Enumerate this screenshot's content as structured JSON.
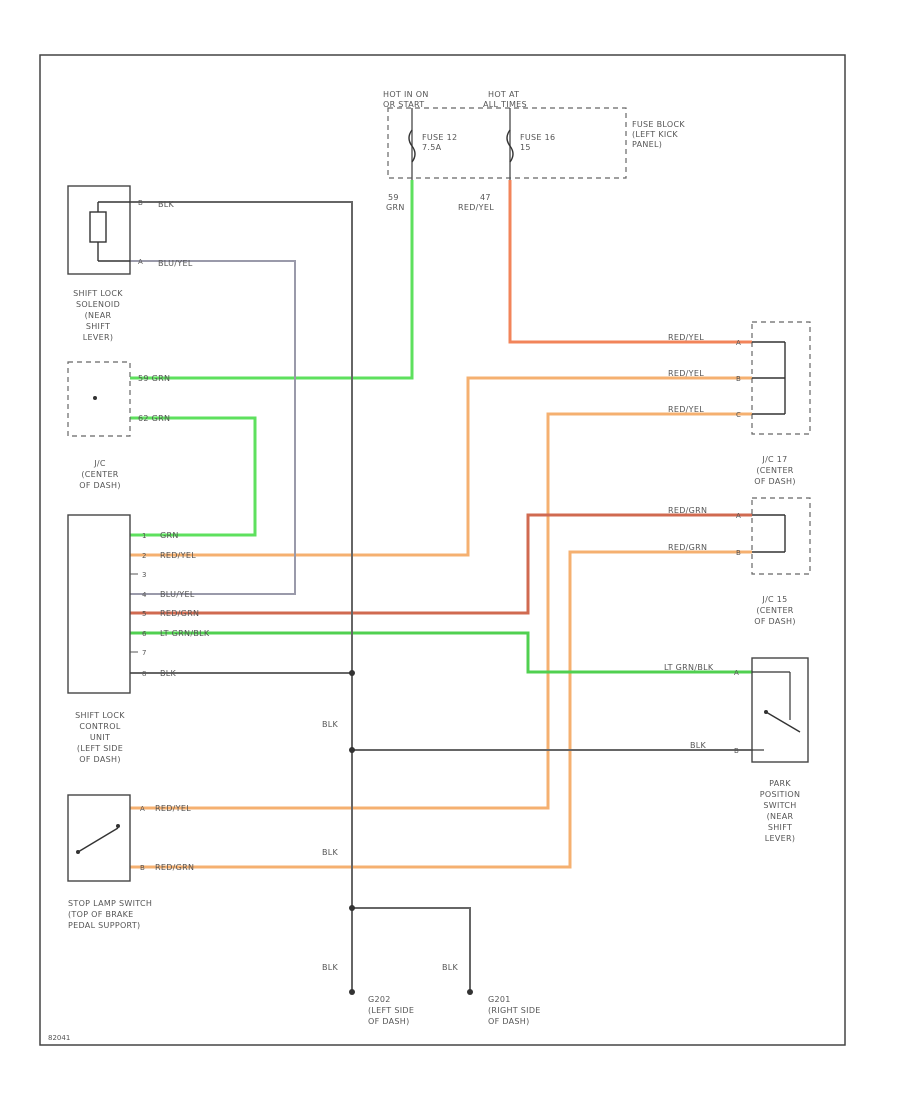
{
  "colors": {
    "grn": "#5ee05e",
    "red_yel": "#f2845a",
    "red_yel_light": "#f5b070",
    "red_grn": "#d06a50",
    "blk": "#666666",
    "blu_yel": "#9a9aaa",
    "lt_grn_blk": "#50d050"
  },
  "fuse_block": {
    "hot_run": [
      "HOT IN ON",
      "OR START"
    ],
    "hot_all": [
      "HOT AT",
      "ALL TIMES"
    ],
    "fuse12": [
      "FUSE 12",
      "7.5A"
    ],
    "fuse16": [
      "FUSE 16",
      "15"
    ],
    "label": [
      "FUSE BLOCK",
      "(LEFT KICK",
      "PANEL)"
    ],
    "wire_left": [
      "59",
      "GRN"
    ],
    "wire_right": [
      "47",
      "RED/YEL"
    ]
  },
  "components": {
    "solenoid": [
      "SHIFT LOCK",
      "SOLENOID",
      "(NEAR",
      "SHIFT",
      "LEVER)"
    ],
    "jc_center": [
      "J/C",
      "(CENTER",
      "OF DASH)"
    ],
    "control_unit": [
      "SHIFT LOCK",
      "CONTROL",
      "UNIT",
      "(LEFT SIDE",
      "OF DASH)"
    ],
    "stop_lamp": [
      "STOP LAMP SWITCH",
      "(TOP OF BRAKE",
      "PEDAL SUPPORT)"
    ],
    "jc17": [
      "J/C 17",
      "(CENTER",
      "OF DASH)"
    ],
    "jc15": [
      "J/C 15",
      "(CENTER",
      "OF DASH)"
    ],
    "park_switch": [
      "PARK",
      "POSITION",
      "SWITCH",
      "(NEAR",
      "SHIFT",
      "LEVER)"
    ],
    "g202": [
      "G202",
      "(LEFT SIDE",
      "OF DASH)"
    ],
    "g201": [
      "G201",
      "(RIGHT SIDE",
      "OF DASH)"
    ]
  },
  "wire_labels": {
    "sol_b": "BLK",
    "sol_a": "BLU/YEL",
    "jc_59": "59  GRN",
    "jc_62": "62  GRN",
    "cu_1": "GRN",
    "cu_2": "RED/YEL",
    "cu_4": "BLU/YEL",
    "cu_5": "RED/GRN",
    "cu_6": "LT GRN/BLK",
    "cu_8": "BLK",
    "j17_a": "RED/YEL",
    "j17_b": "RED/YEL",
    "j17_c": "RED/YEL",
    "j15_a": "RED/GRN",
    "j15_b": "RED/GRN",
    "park_a": "LT GRN/BLK",
    "park_b": "BLK",
    "stop_a": "RED/YEL",
    "stop_b": "RED/GRN",
    "blk1": "BLK",
    "blk2": "BLK",
    "blk3": "BLK",
    "blk4": "BLK"
  },
  "pins": {
    "cu": [
      "1",
      "2",
      "3",
      "4",
      "5",
      "6",
      "7",
      "8"
    ],
    "sol": [
      "B",
      "A"
    ],
    "jc17": [
      "A",
      "B",
      "C"
    ],
    "jc15": [
      "A",
      "B"
    ],
    "park": [
      "A",
      "B"
    ],
    "stop": [
      "A",
      "B"
    ]
  },
  "footer_code": "82041"
}
